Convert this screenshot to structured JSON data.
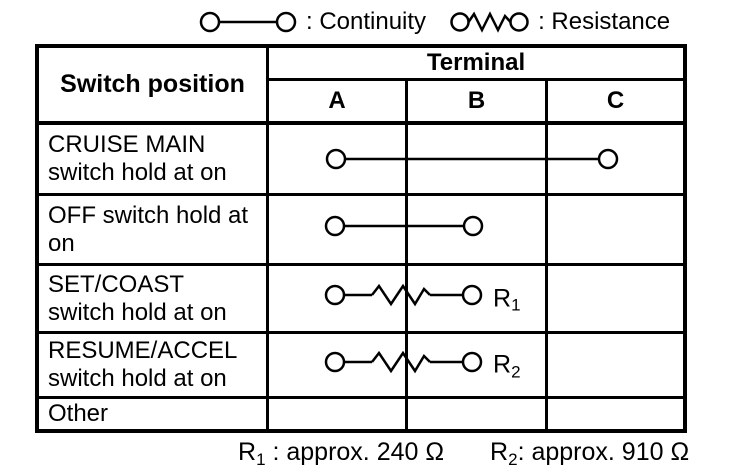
{
  "legend": {
    "items": [
      {
        "symbol": "continuity",
        "label": ": Continuity"
      },
      {
        "symbol": "resistance",
        "label": ": Resistance"
      }
    ]
  },
  "table": {
    "header": {
      "switch_position": "Switch position",
      "terminal": "Terminal",
      "columns": [
        "A",
        "B",
        "C"
      ]
    },
    "rows": [
      {
        "line1": "CRUISE MAIN",
        "line2": "switch hold at on",
        "connection": "continuity",
        "terminals": [
          "A",
          "C"
        ],
        "resistor": null
      },
      {
        "line1": "OFF switch hold at",
        "line2": "on",
        "connection": "continuity",
        "terminals": [
          "A",
          "B"
        ],
        "resistor": null
      },
      {
        "line1": "SET/COAST",
        "line2": "switch hold at on",
        "connection": "resistance",
        "terminals": [
          "A",
          "B"
        ],
        "resistor": {
          "base": "R",
          "sub": "1"
        }
      },
      {
        "line1": "RESUME/ACCEL",
        "line2": "switch hold at on",
        "connection": "resistance",
        "terminals": [
          "A",
          "B"
        ],
        "resistor": {
          "base": "R",
          "sub": "2"
        }
      },
      {
        "line1": "Other",
        "line2": "",
        "connection": null,
        "terminals": [],
        "resistor": null
      }
    ]
  },
  "footer": {
    "r1_base": "R",
    "r1_sub": "1",
    "r1_text": " : approx. 240 Ω",
    "r2_base": "R",
    "r2_sub": "2",
    "r2_text": ": approx. 910 Ω"
  },
  "colors": {
    "ink": "#000000",
    "paper": "#ffffff"
  }
}
